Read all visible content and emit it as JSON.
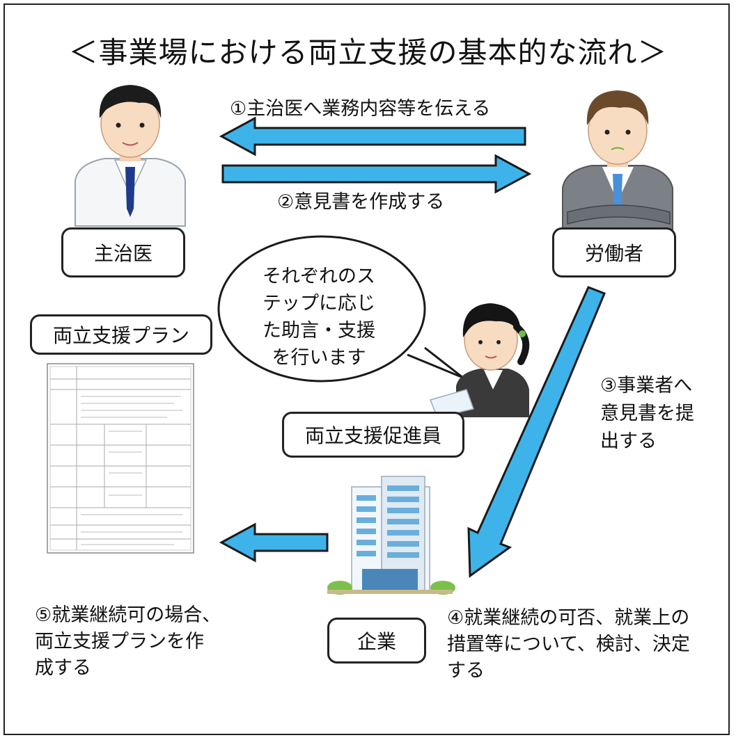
{
  "title": "＜事業場における両立支援の基本的な流れ＞",
  "steps": {
    "step1": "①主治医へ業務内容等を伝える",
    "step2": "②意見書を作成する",
    "step3": [
      "③事業者へ",
      "意見書を提",
      "出する"
    ],
    "step4": [
      "④就業継続の可否、就業上の",
      "措置等について、検討、決定",
      "する"
    ],
    "step5": [
      "⑤就業継続可の場合、",
      "両立支援プランを作",
      "成する"
    ]
  },
  "labels": {
    "doctor": "主治医",
    "worker": "労働者",
    "plan": "両立支援プラン",
    "promoter": "両立支援促進員",
    "company": "企業"
  },
  "bubble": [
    "それぞれのス",
    "テップに応じ",
    "た助言・支援",
    "を行います"
  ],
  "colors": {
    "arrow": "#3db3ea",
    "stroke": "#1a1a1a"
  }
}
